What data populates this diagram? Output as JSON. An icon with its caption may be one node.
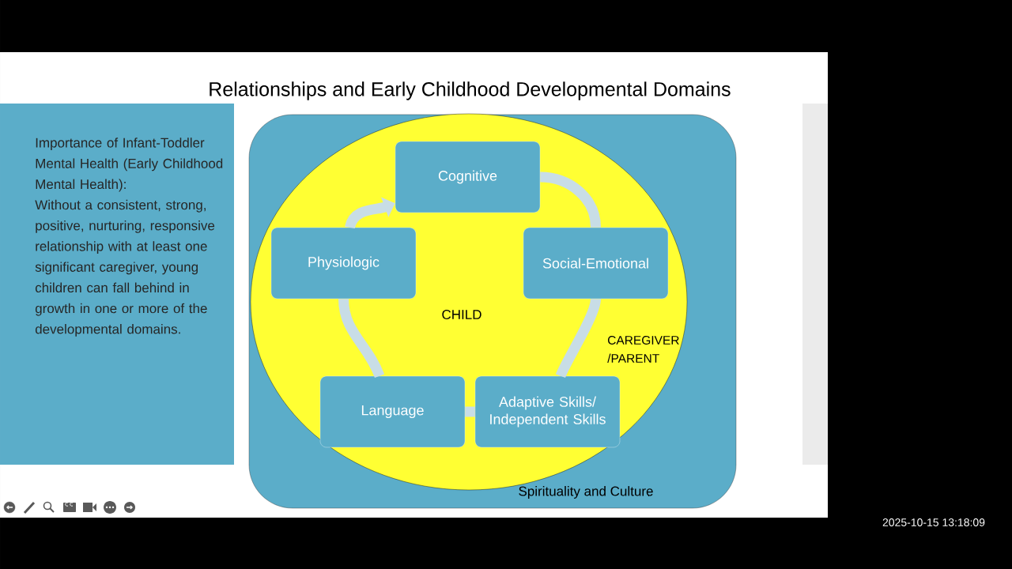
{
  "diagram": {
    "title": "Relationships and Early Childhood Developmental Domains",
    "nodes": [
      {
        "text": [
          "Importance of Infant-Toddler Mental Health (Early Childhood Mental Health):",
          "Without a consistent, strong, positive, nurturing, responsive relationship with at least one significant caregiver, young children can fall behind in growth in one or more of the developmental domains."
        ]
      },
      {
        "text": [
          "Spirituality and Culture"
        ]
      },
      {
        "text": [
          "CAREGIVER /PARENT"
        ],
        "in": 1
      },
      {
        "text": [
          "Cognitive"
        ],
        "in": 2
      },
      {
        "text": [
          "Social-Emotional"
        ],
        "in": 2
      },
      {
        "text": [
          "Adaptive Skills/ Independent Skills"
        ],
        "in": 2
      },
      {
        "text": [
          "Language"
        ],
        "in": 2
      },
      {
        "text": [
          "Physiologic"
        ],
        "in": 2
      }
    ],
    "edges": [
      {
        "from": 3,
        "to": 4,
        "arrow": "none"
      },
      {
        "from": 4,
        "to": 5,
        "arrow": "none"
      },
      {
        "from": 5,
        "to": 6,
        "arrow": "none"
      },
      {
        "from": 6,
        "to": 7,
        "arrow": "none"
      },
      {
        "from": 7,
        "to": 3,
        "arrow": "to"
      }
    ],
    "labels": [
      "CHILD",
      "2025-10-15 13:18:09"
    ]
  }
}
